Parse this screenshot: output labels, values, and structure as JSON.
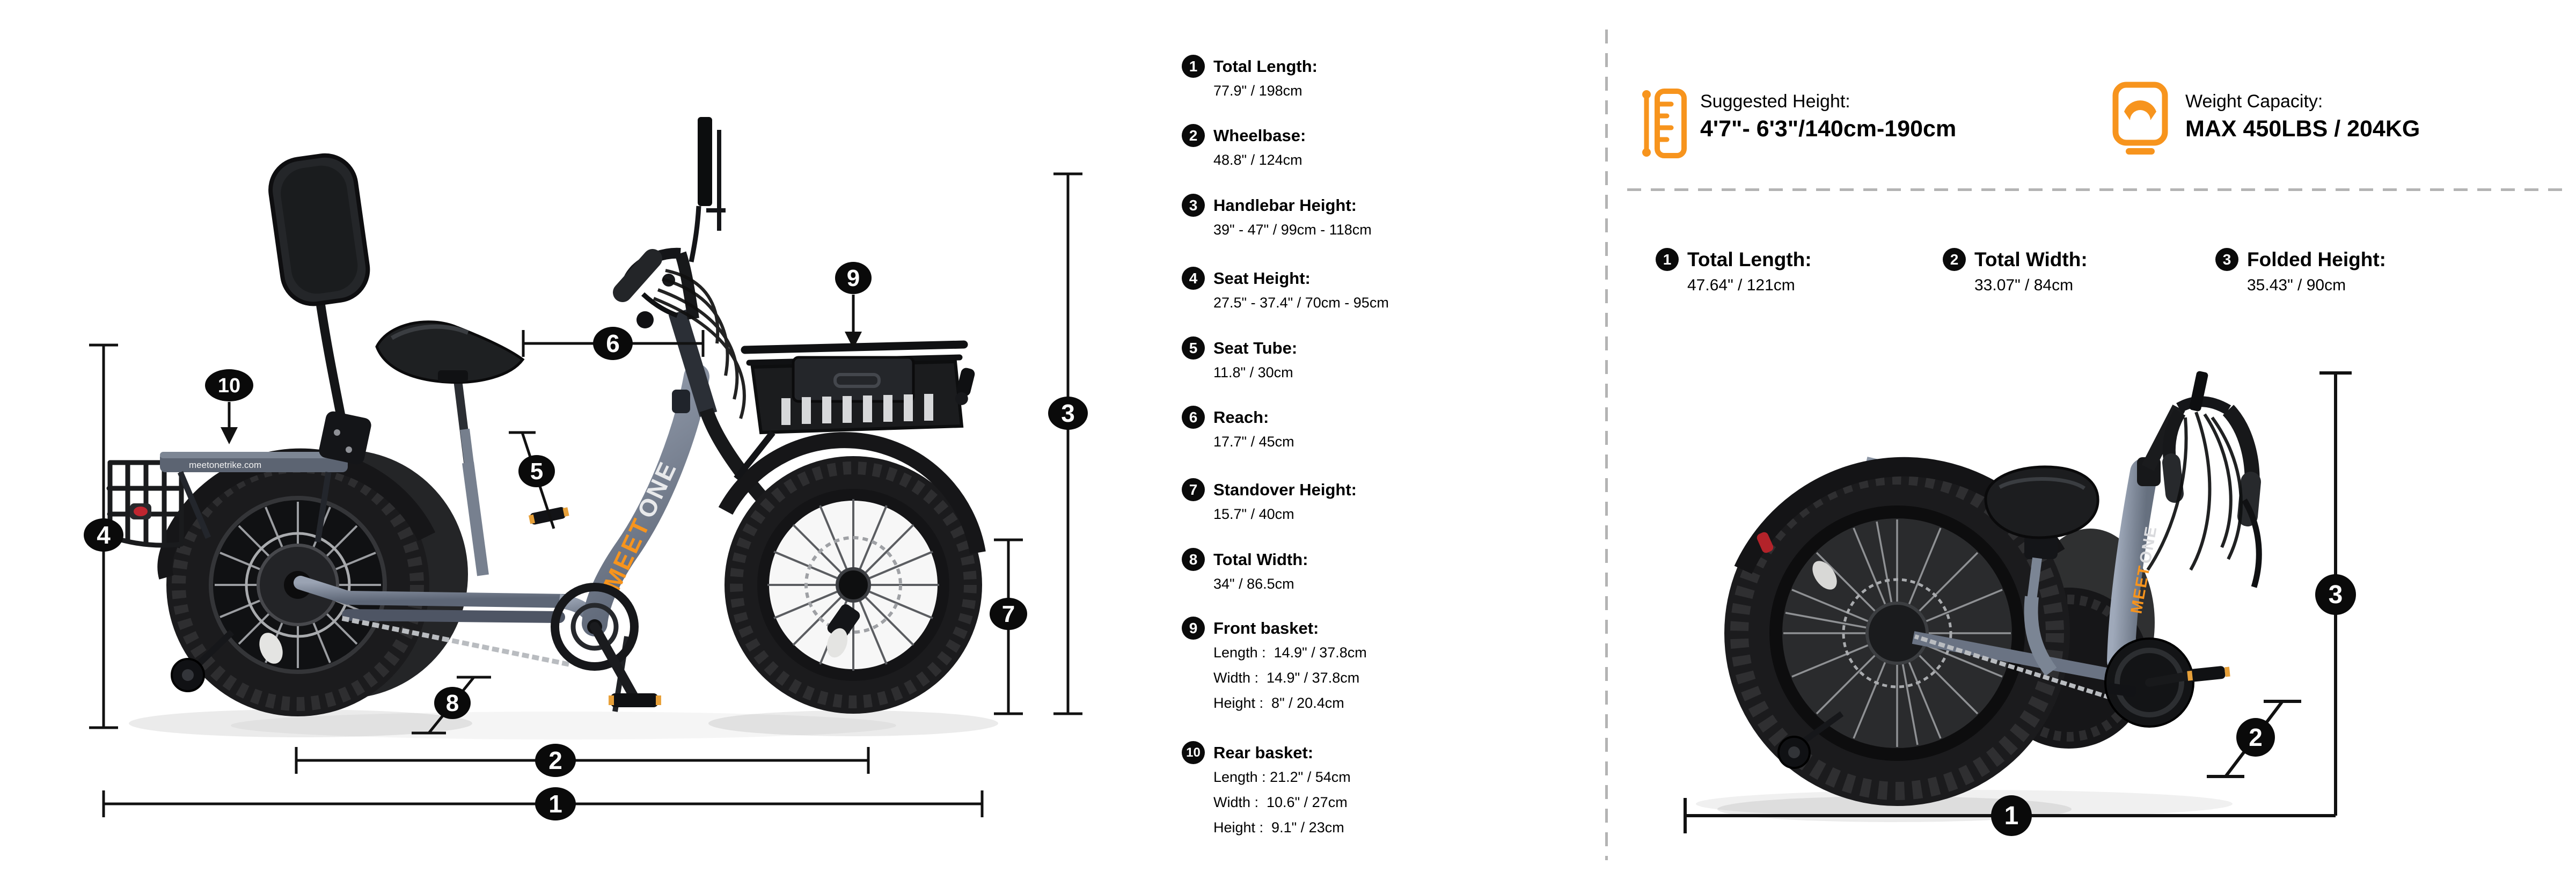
{
  "colors": {
    "accent_orange": "#F7941D",
    "marker_black": "#0a0a0a",
    "dash_gray": "#b4b4b4",
    "frame_silver": "#8591a3"
  },
  "brand": {
    "logo_meet": "MEET",
    "logo_one": "ONE",
    "rack_url": "meetonetrike.com"
  },
  "side_view": {
    "callouts": [
      "1",
      "2",
      "3",
      "4",
      "5",
      "6",
      "7",
      "8",
      "9",
      "10"
    ]
  },
  "spec_list": {
    "items": [
      {
        "num": "1",
        "label": "Total Length:",
        "values": [
          "77.9\" / 198cm"
        ]
      },
      {
        "num": "2",
        "label": "Wheelbase:",
        "values": [
          "48.8\" / 124cm"
        ]
      },
      {
        "num": "3",
        "label": "Handlebar Height:",
        "values": [
          "39\" - 47\" / 99cm - 118cm"
        ]
      },
      {
        "num": "4",
        "label": "Seat Height:",
        "values": [
          "27.5\" - 37.4\" / 70cm - 95cm"
        ]
      },
      {
        "num": "5",
        "label": "Seat Tube:",
        "values": [
          "11.8\" / 30cm"
        ]
      },
      {
        "num": "6",
        "label": "Reach:",
        "values": [
          "17.7\" / 45cm"
        ]
      },
      {
        "num": "7",
        "label": "Standover Height:",
        "values": [
          "15.7\" / 40cm"
        ]
      },
      {
        "num": "8",
        "label": "Total Width:",
        "values": [
          "34\" / 86.5cm"
        ]
      },
      {
        "num": "9",
        "label": "Front basket:",
        "values": [
          "Length :  14.9\" / 37.8cm",
          "Width :  14.9\" / 37.8cm",
          "Height :  8\" / 20.4cm"
        ]
      },
      {
        "num": "10",
        "label": "Rear basket:",
        "values": [
          "Length : 21.2\" / 54cm",
          "Width :  10.6\" / 27cm",
          "Height :  9.1\" / 23cm"
        ]
      }
    ]
  },
  "fit": {
    "suggested_height": {
      "label": "Suggested Height:",
      "value": "4'7\"- 6'3\"/140cm-190cm"
    },
    "weight_capacity": {
      "label": "Weight Capacity:",
      "value": "MAX 450LBS / 204KG"
    }
  },
  "folded_view": {
    "callouts": [
      "1",
      "2",
      "3"
    ],
    "items": [
      {
        "num": "1",
        "label": "Total Length:",
        "value": "47.64\" / 121cm"
      },
      {
        "num": "2",
        "label": "Total Width:",
        "value": "33.07\" / 84cm"
      },
      {
        "num": "3",
        "label": "Folded Height:",
        "value": "35.43\" / 90cm"
      }
    ]
  }
}
